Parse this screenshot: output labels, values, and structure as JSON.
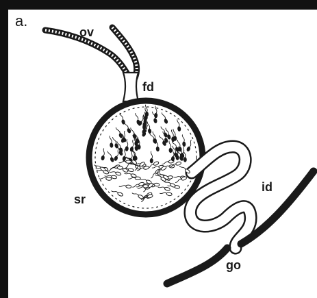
{
  "figure": {
    "panel_label": "a.",
    "labels": {
      "ov": "ov",
      "fd": "fd",
      "sr": "sr",
      "id": "id",
      "go": "go"
    }
  },
  "colors": {
    "ink": "#1a1a1a",
    "paper": "#ffffff",
    "frame": "#111111"
  }
}
